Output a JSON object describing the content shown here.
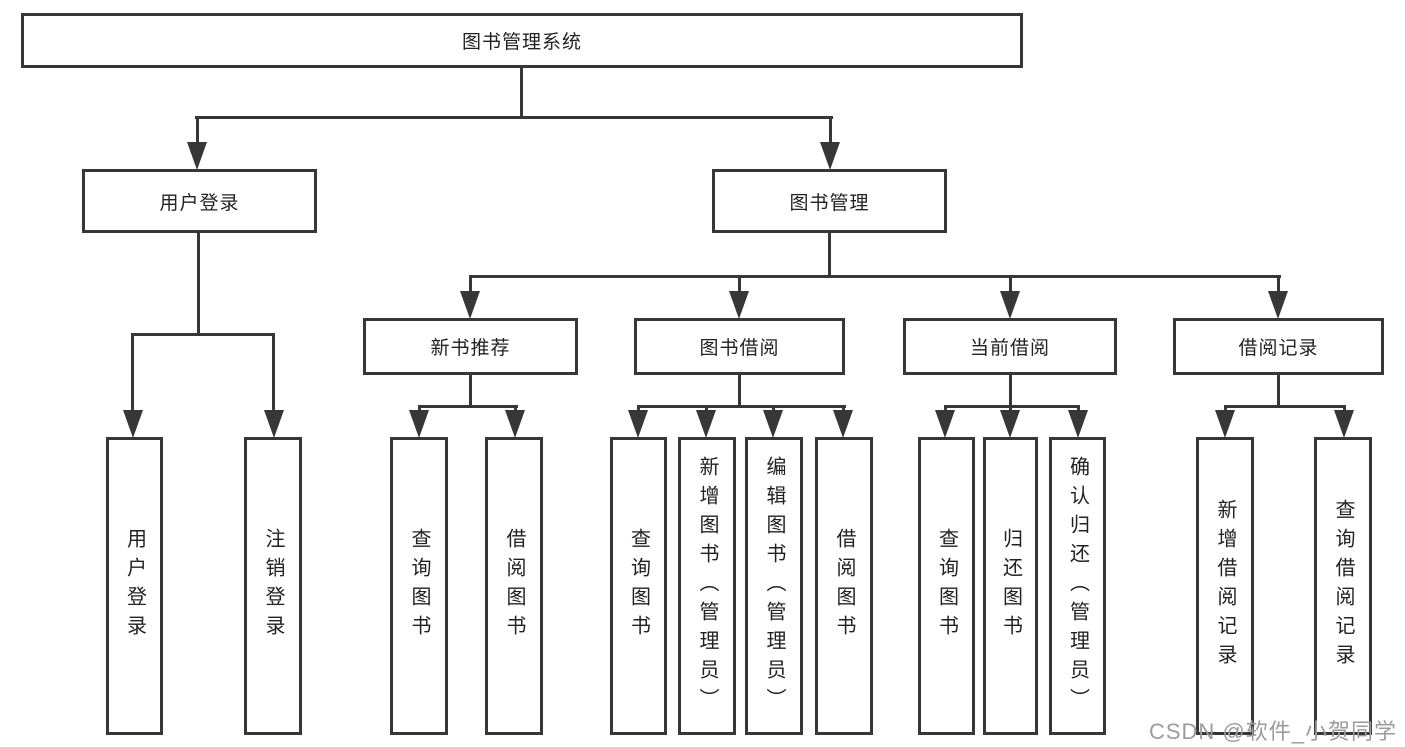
{
  "diagram_title": "图书管理系统",
  "tree": {
    "label": "图书管理系统",
    "children": [
      {
        "label": "用户登录",
        "children": [
          {
            "label": "用户登录"
          },
          {
            "label": "注销登录"
          }
        ]
      },
      {
        "label": "图书管理",
        "children": [
          {
            "label": "新书推荐",
            "children": [
              {
                "label": "查询图书"
              },
              {
                "label": "借阅图书"
              }
            ]
          },
          {
            "label": "图书借阅",
            "children": [
              {
                "label": "查询图书"
              },
              {
                "label": "新增图书（管理员）"
              },
              {
                "label": "编辑图书（管理员）"
              },
              {
                "label": "借阅图书"
              }
            ]
          },
          {
            "label": "当前借阅",
            "children": [
              {
                "label": "查询图书"
              },
              {
                "label": "归还图书"
              },
              {
                "label": "确认归还（管理员）"
              }
            ]
          },
          {
            "label": "借阅记录",
            "children": [
              {
                "label": "新增借阅记录"
              },
              {
                "label": "查询借阅记录"
              }
            ]
          }
        ]
      }
    ]
  },
  "watermark": {
    "text": "CSDN @软件_小贺同学"
  },
  "colors": {
    "line": "#373737",
    "text": "#222222",
    "watermark": "#9b9b9b",
    "background": "#ffffff"
  }
}
